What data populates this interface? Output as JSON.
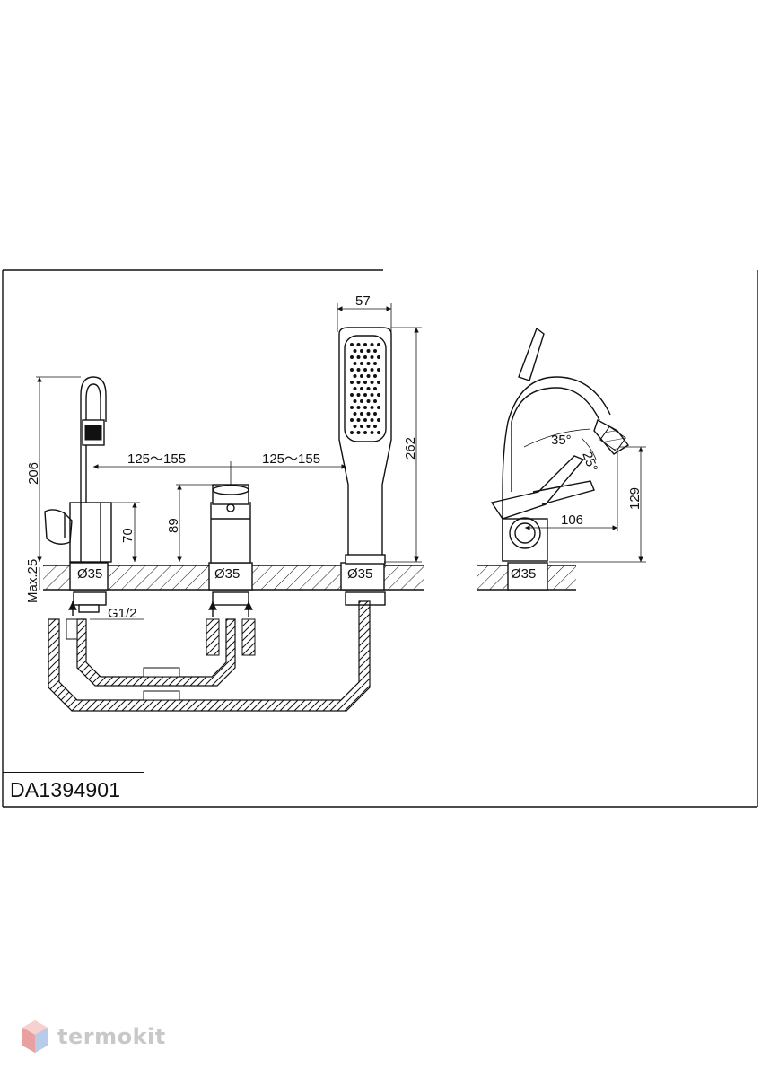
{
  "drawing": {
    "model_code": "DA1394901",
    "front_view": {
      "spout_height": "206",
      "body_height": "70",
      "max_deck": "Max.25",
      "spacing_left": "125～155",
      "spacing_right": "125～155",
      "handle_height": "89",
      "shower_width": "57",
      "shower_height": "262",
      "hole_dia_1": "Ø35",
      "hole_dia_2": "Ø35",
      "hole_dia_3": "Ø35",
      "thread": "G1/2"
    },
    "side_view": {
      "angle_upper": "35°",
      "angle_lower": "25°",
      "reach": "106",
      "height": "129",
      "hole_dia": "Ø35"
    }
  },
  "watermark": {
    "brand": "termokit",
    "icon": "hexagon-logo-icon"
  }
}
